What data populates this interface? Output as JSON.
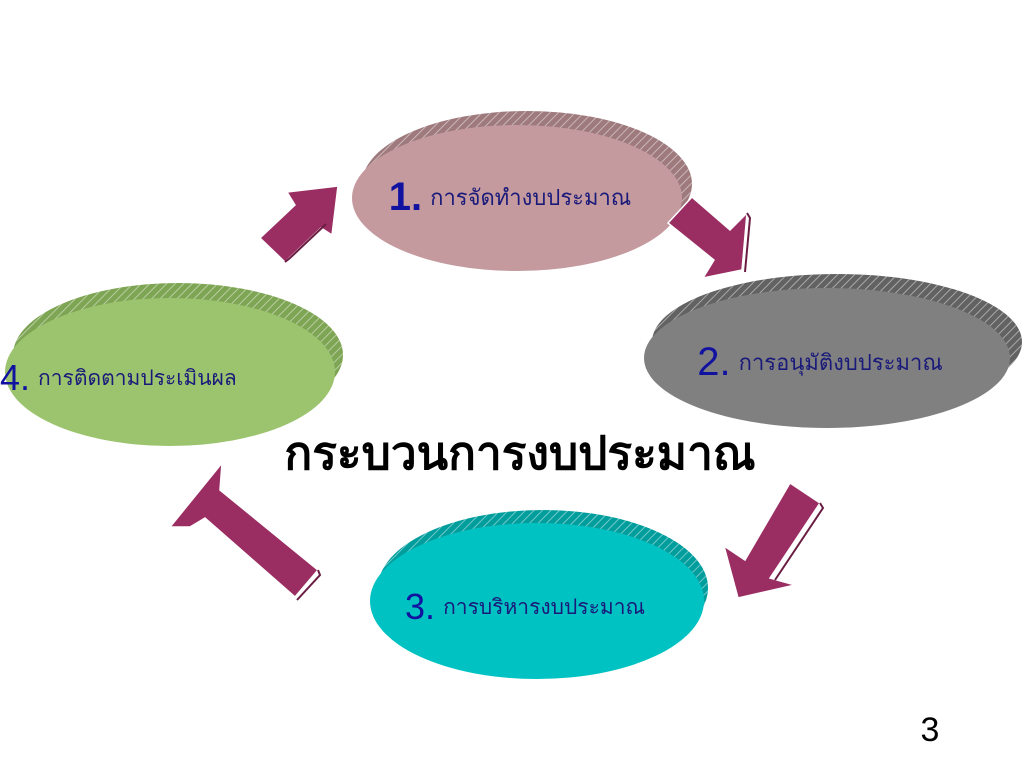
{
  "diagram": {
    "title": "กระบวนการงบประมาณ",
    "steps": [
      {
        "number": "1.",
        "label": "การจัดทำงบประมาณ",
        "color": "#c49a9e"
      },
      {
        "number": "2.",
        "label": "การอนุมัติงบประมาณ",
        "color": "#808080"
      },
      {
        "number": "3.",
        "label": "การบริหารงบประมาณ",
        "color": "#00c2c2"
      },
      {
        "number": "4.",
        "label": "การติดตามประเมินผล",
        "color": "#9cc46e"
      }
    ],
    "arrow_color": "#9a2e62",
    "text_color": "#1a1a7a"
  },
  "page": {
    "number": "3"
  }
}
